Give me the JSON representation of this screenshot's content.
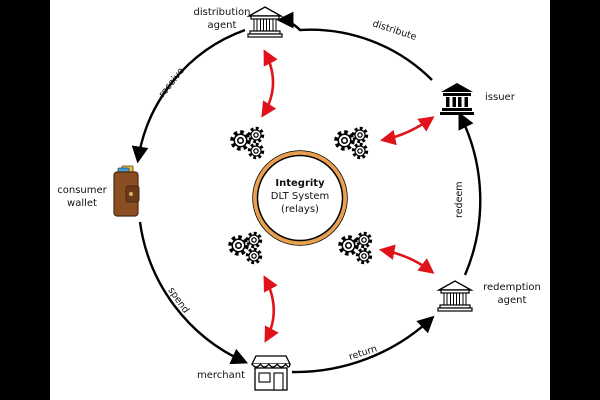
{
  "nodes": {
    "distribution_agent": {
      "line1": "distribution",
      "line2": "agent",
      "icon": "bank-icon"
    },
    "issuer": {
      "label": "issuer",
      "icon": "bank-icon"
    },
    "consumer_wallet": {
      "line1": "consumer",
      "line2": "wallet",
      "icon": "wallet-icon"
    },
    "redemption_agent": {
      "line1": "redemption",
      "line2": "agent",
      "icon": "bank-icon"
    },
    "merchant": {
      "label": "merchant",
      "icon": "storefront-icon"
    }
  },
  "center": {
    "line1": "Integrity",
    "line2": "DLT System",
    "line3": "(relays)"
  },
  "edges": {
    "distribute": "distribute",
    "receive": "receive",
    "spend": "spend",
    "return": "return",
    "redeem": "redeem"
  },
  "colors": {
    "ring_outer": "#E8A050",
    "ring_inner": "#000000",
    "relay_arrow": "#E0121A",
    "flow": "#000000"
  }
}
